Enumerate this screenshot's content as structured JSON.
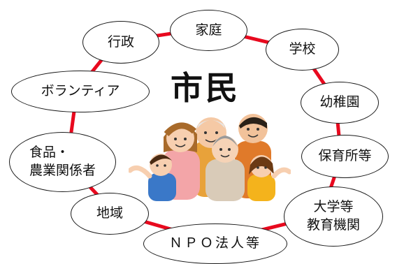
{
  "center": {
    "title": "市民"
  },
  "colors": {
    "ring": "#e8091e",
    "node_border": "#1a1a1a"
  },
  "icons": {
    "center_image": "family-group-illustration"
  },
  "nodes": [
    {
      "id": "katei",
      "lines": [
        "家庭"
      ]
    },
    {
      "id": "gakko",
      "lines": [
        "学校"
      ]
    },
    {
      "id": "yochien",
      "lines": [
        "幼稚園"
      ]
    },
    {
      "id": "hoikusho",
      "lines": [
        "保育所等"
      ]
    },
    {
      "id": "daigaku",
      "lines": [
        "大学等",
        "教育機関"
      ]
    },
    {
      "id": "npo",
      "lines": [
        "ＮＰＯ法人等"
      ]
    },
    {
      "id": "chiiki",
      "lines": [
        "地域"
      ]
    },
    {
      "id": "shokuhin",
      "lines": [
        "食品・",
        "農業関係者"
      ]
    },
    {
      "id": "volunteer",
      "lines": [
        "ボランティア"
      ]
    },
    {
      "id": "gyosei",
      "lines": [
        "行政"
      ]
    }
  ]
}
